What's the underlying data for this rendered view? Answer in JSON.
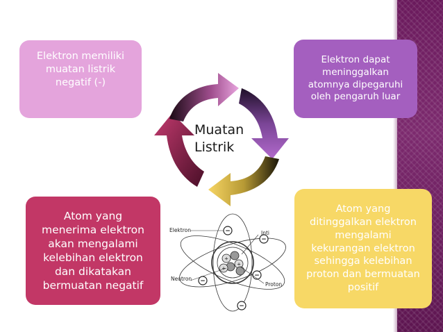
{
  "center": {
    "line1": "Muatan",
    "line2": "Listrik"
  },
  "boxes": {
    "top_left": "Elektron memiliki muatan listrik negatif (-)",
    "top_right": "Elektron dapat meninggalkan atomnya dipegaruhi oleh pengaruh luar",
    "bottom_left": "Atom yang menerima elektron akan mengalami kelebihan elektron dan dikatakan bermuatan negatif",
    "bottom_right": "Atom yang ditinggalkan elektron  mengalami kekurangan elektron sehingga kelebihan proton dan bermuatan positif"
  },
  "atom_labels": {
    "elektron": "Elektron",
    "inti": "Inti",
    "neutron": "Neutron",
    "proton": "Proton",
    "minus_sign": "−",
    "plus_sign": "+"
  },
  "colors": {
    "pink_box": "#e4a4dc",
    "purple_box": "#a45fbf",
    "crimson_box": "#c23766",
    "yellow_box": "#f7d866",
    "side_band": "#6a1a5c"
  }
}
